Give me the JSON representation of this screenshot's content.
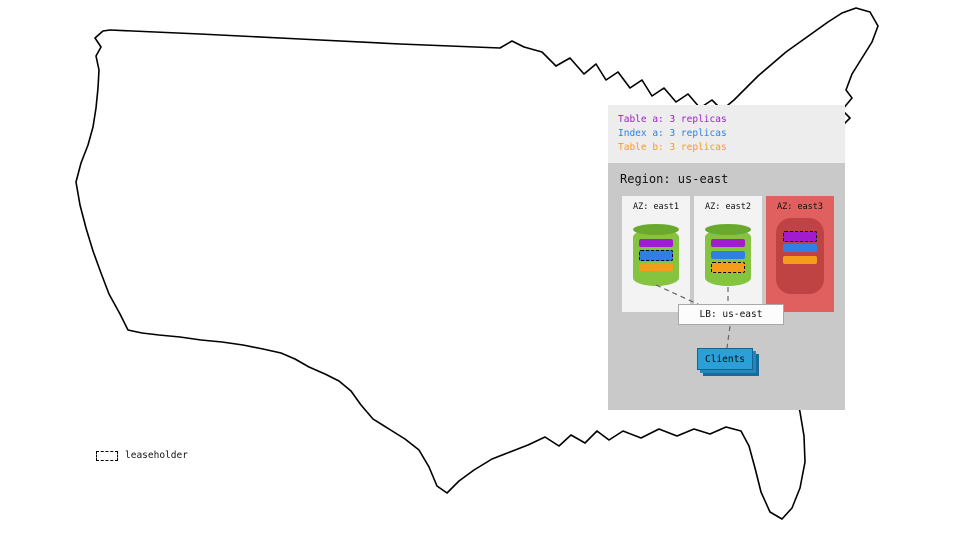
{
  "legend": {
    "items": [
      {
        "id": "table-a",
        "label": "Table a: 3 replicas",
        "color": "#a21ccf"
      },
      {
        "id": "index-a",
        "label": "Index a: 3 replicas",
        "color": "#2f7fe6"
      },
      {
        "id": "table-b",
        "label": "Table b: 3 replicas",
        "color": "#f59d1a"
      }
    ]
  },
  "region": {
    "title": "Region: us-east",
    "azs": [
      {
        "label": "AZ: east1",
        "status": "healthy",
        "replicas": [
          {
            "range": "Table a",
            "leaseholder": false
          },
          {
            "range": "Index a",
            "leaseholder": true
          },
          {
            "range": "Table b",
            "leaseholder": false
          }
        ]
      },
      {
        "label": "AZ: east2",
        "status": "healthy",
        "replicas": [
          {
            "range": "Table a",
            "leaseholder": false
          },
          {
            "range": "Index a",
            "leaseholder": false
          },
          {
            "range": "Table b",
            "leaseholder": true
          }
        ]
      },
      {
        "label": "AZ: east3",
        "status": "down",
        "status_color": "#e05f5f",
        "replicas": [
          {
            "range": "Table a",
            "leaseholder": true
          },
          {
            "range": "Index a",
            "leaseholder": false
          },
          {
            "range": "Table b",
            "leaseholder": false
          }
        ]
      }
    ]
  },
  "load_balancer": {
    "label": "LB: us-east"
  },
  "clients": {
    "label": "Clients",
    "color": "#2b9fd8"
  },
  "leaseholder_legend": {
    "label": "leaseholder"
  },
  "colors": {
    "database_green": "#85c43e",
    "region_gray": "#c9c9c9",
    "legend_gray": "#ededed",
    "az_down_red": "#e05f5f"
  }
}
